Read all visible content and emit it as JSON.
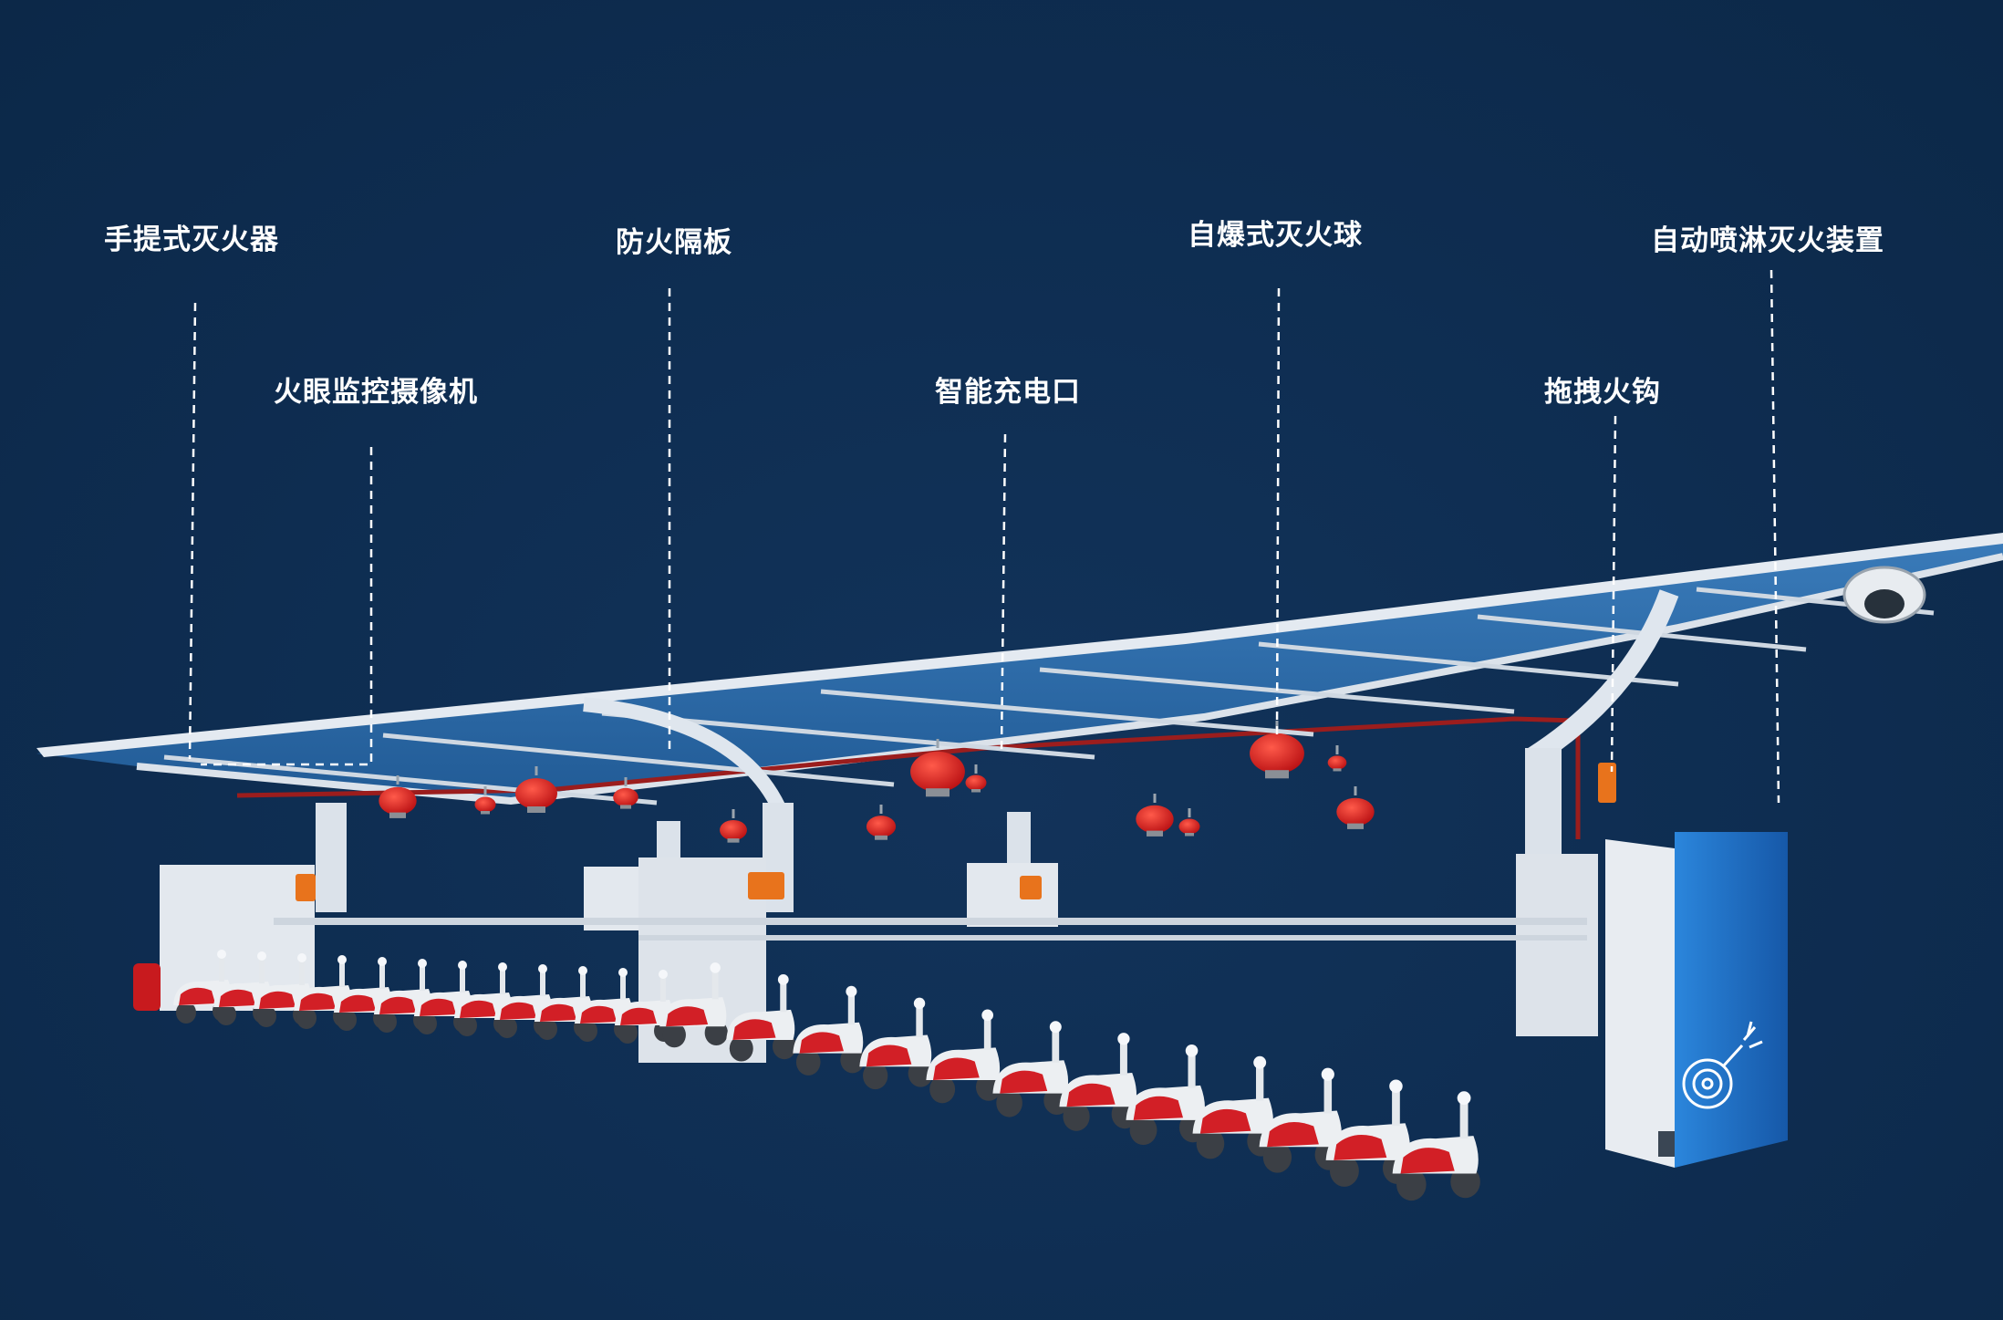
{
  "labels": {
    "portable_extinguisher": "手提式灭火器",
    "fire_eye_camera": "火眼监控摄像机",
    "fire_partition": "防火隔板",
    "smart_charging_port": "智能充电口",
    "self_explode_fire_ball": "自爆式灭火球",
    "drag_fire_hook": "拖拽火钩",
    "auto_sprinkler": "自动喷淋灭火装置"
  },
  "colors": {
    "background": "#0e2d51",
    "label_text": "#ffffff",
    "canopy_glass": "#2f6fae",
    "canopy_frame": "#dfe6ee",
    "fire_ball": "#d61a1a",
    "sprinkler_cabinet": "#1f73c8",
    "scooter_body": "#e9ecef",
    "scooter_accent": "#d21f26",
    "charger": "#e8731c"
  },
  "icons": {
    "cabinet_emblem": "fire-hose-icon",
    "camera": "dome-camera-icon"
  }
}
